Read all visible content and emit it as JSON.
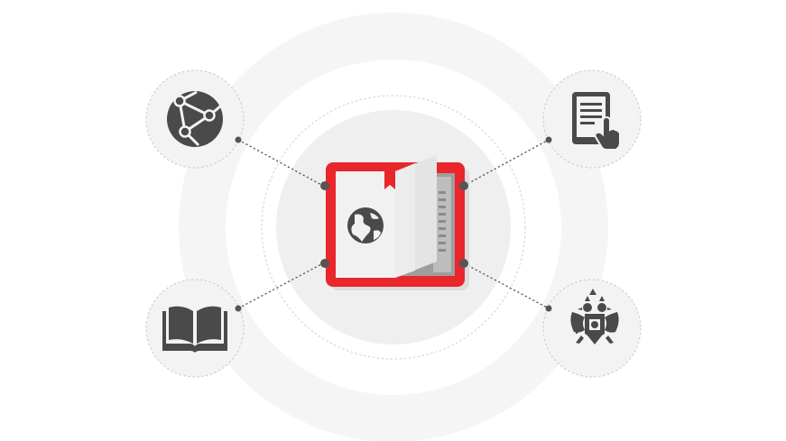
{
  "diagram": {
    "center": {
      "icon": "red-book-with-globe-icon"
    },
    "nodes": [
      {
        "id": "top-left",
        "icon": "network-globe-icon"
      },
      {
        "id": "top-right",
        "icon": "tablet-touch-icon"
      },
      {
        "id": "bottom-left",
        "icon": "open-book-icon"
      },
      {
        "id": "bottom-right",
        "icon": "double-headed-eagle-emblem-icon"
      }
    ],
    "colors": {
      "accent": "#e8262c",
      "icon": "#4a4a4a",
      "ring": "#f3f3f3",
      "connector": "#555555"
    }
  }
}
